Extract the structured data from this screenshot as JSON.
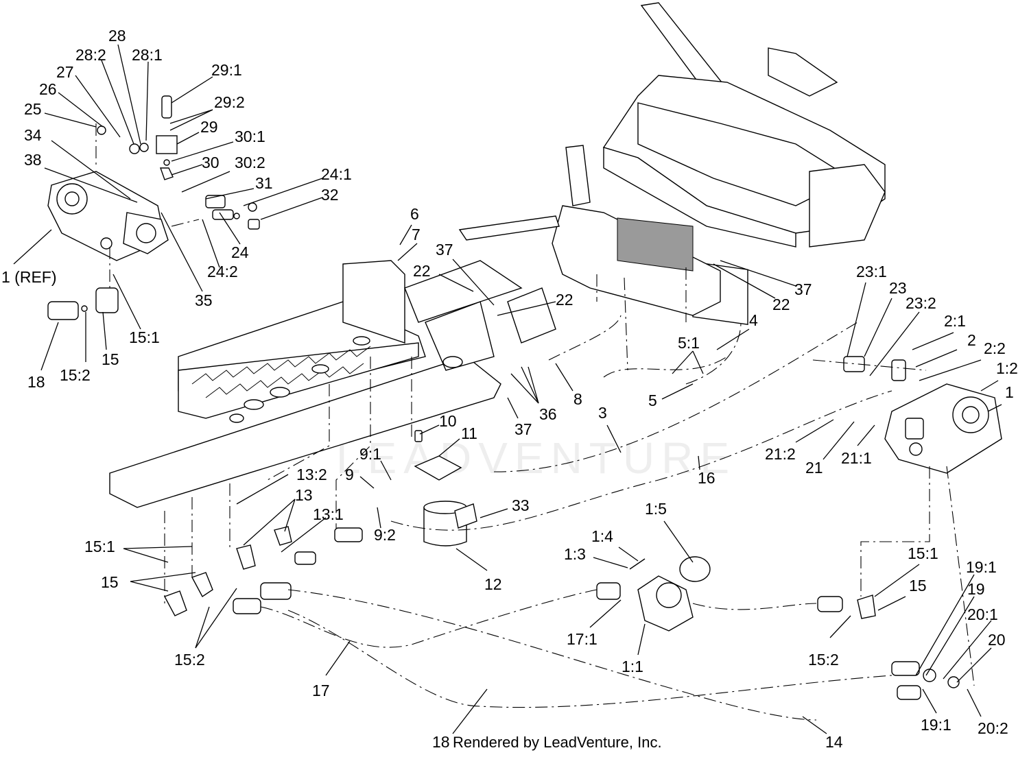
{
  "diagram": {
    "watermark": "LEADVENTURE",
    "footer": "Rendered by LeadVenture, Inc.",
    "callouts": [
      "1 (REF)",
      "25",
      "26",
      "27",
      "28:2",
      "28",
      "28:1",
      "29:1",
      "29:2",
      "29",
      "30:1",
      "30",
      "30:2",
      "31",
      "24:1",
      "32",
      "24",
      "24:2",
      "34",
      "38",
      "35",
      "15:1",
      "15",
      "15:2",
      "18",
      "6",
      "7",
      "37",
      "22",
      "22",
      "37",
      "22",
      "4",
      "5:1",
      "5",
      "8",
      "36",
      "37",
      "3",
      "16",
      "10",
      "11",
      "9:1",
      "9",
      "33",
      "12",
      "9:2",
      "13:2",
      "13",
      "13:1",
      "15:1",
      "15",
      "15:2",
      "17",
      "18",
      "14",
      "1:5",
      "1:4",
      "1:3",
      "17:1",
      "1:1",
      "23:1",
      "23",
      "23:2",
      "2:1",
      "2",
      "2:2",
      "1:2",
      "1",
      "21:2",
      "21",
      "21:1",
      "15:1",
      "15",
      "15:2",
      "19:1",
      "19",
      "20:1",
      "20",
      "19:1",
      "20:2"
    ]
  }
}
